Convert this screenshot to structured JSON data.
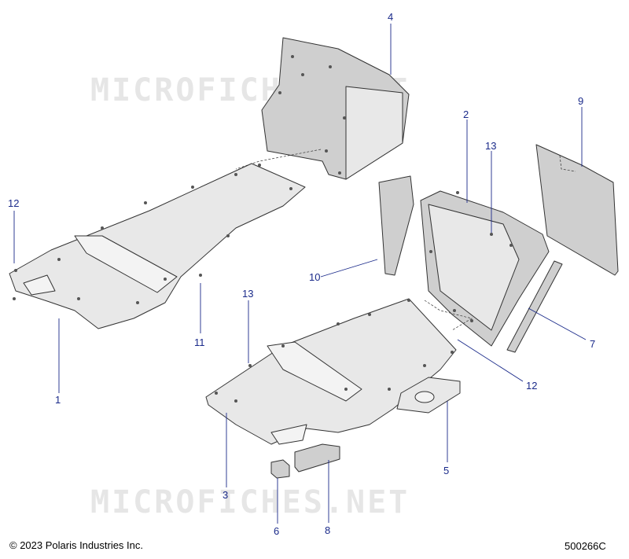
{
  "watermark": "MICROFICHES.NET",
  "copyright": "© 2023 Polaris Industries Inc.",
  "diagram_id": "500266C",
  "callouts": [
    "1",
    "2",
    "3",
    "4",
    "5",
    "6",
    "7",
    "8",
    "9",
    "10",
    "11",
    "12",
    "12",
    "13",
    "13"
  ],
  "colors": {
    "callout": "#1a2a8a",
    "part_fill": "#e8e8e8",
    "outline": "#333333"
  }
}
